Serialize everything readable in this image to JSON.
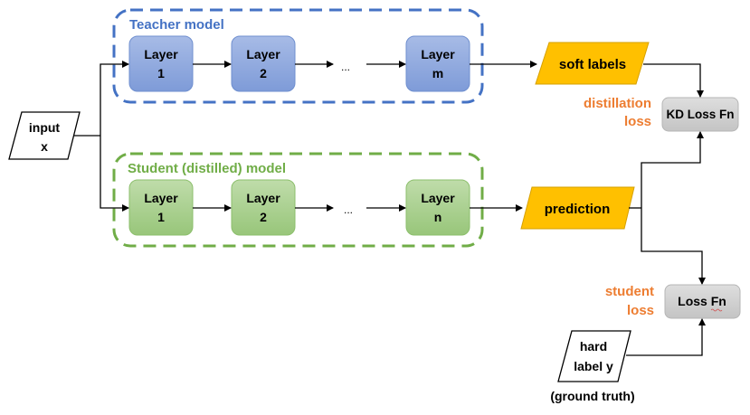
{
  "colors": {
    "teacher": "#4472c4",
    "teacher_fill": "#8fa9dc",
    "student": "#70ad47",
    "student_fill": "#a9d18e",
    "output_fill": "#ffc000",
    "output_border": "#d6a000",
    "loss_fill": "#d0d0d0",
    "loss_label": "#ed7d31",
    "line": "#000000"
  },
  "input": {
    "line1": "input",
    "line2": "x"
  },
  "teacher": {
    "title": "Teacher model",
    "layers": [
      {
        "line1": "Layer",
        "line2": "1"
      },
      {
        "line1": "Layer",
        "line2": "2"
      },
      {
        "line1": "Layer",
        "line2": "m"
      }
    ],
    "ellipsis": "..."
  },
  "student": {
    "title": "Student (distilled) model",
    "layers": [
      {
        "line1": "Layer",
        "line2": "1"
      },
      {
        "line1": "Layer",
        "line2": "2"
      },
      {
        "line1": "Layer",
        "line2": "n"
      }
    ],
    "ellipsis": "..."
  },
  "outputs": {
    "soft_labels": "soft labels",
    "prediction": "prediction"
  },
  "losses": {
    "kd_loss_fn": "KD Loss Fn",
    "loss_fn": "Loss Fn",
    "distillation_label_line1": "distillation",
    "distillation_label_line2": "loss",
    "student_label_line1": "student",
    "student_label_line2": "loss"
  },
  "hard_label": {
    "line1": "hard",
    "line2": "label y",
    "caption": "(ground truth)"
  }
}
